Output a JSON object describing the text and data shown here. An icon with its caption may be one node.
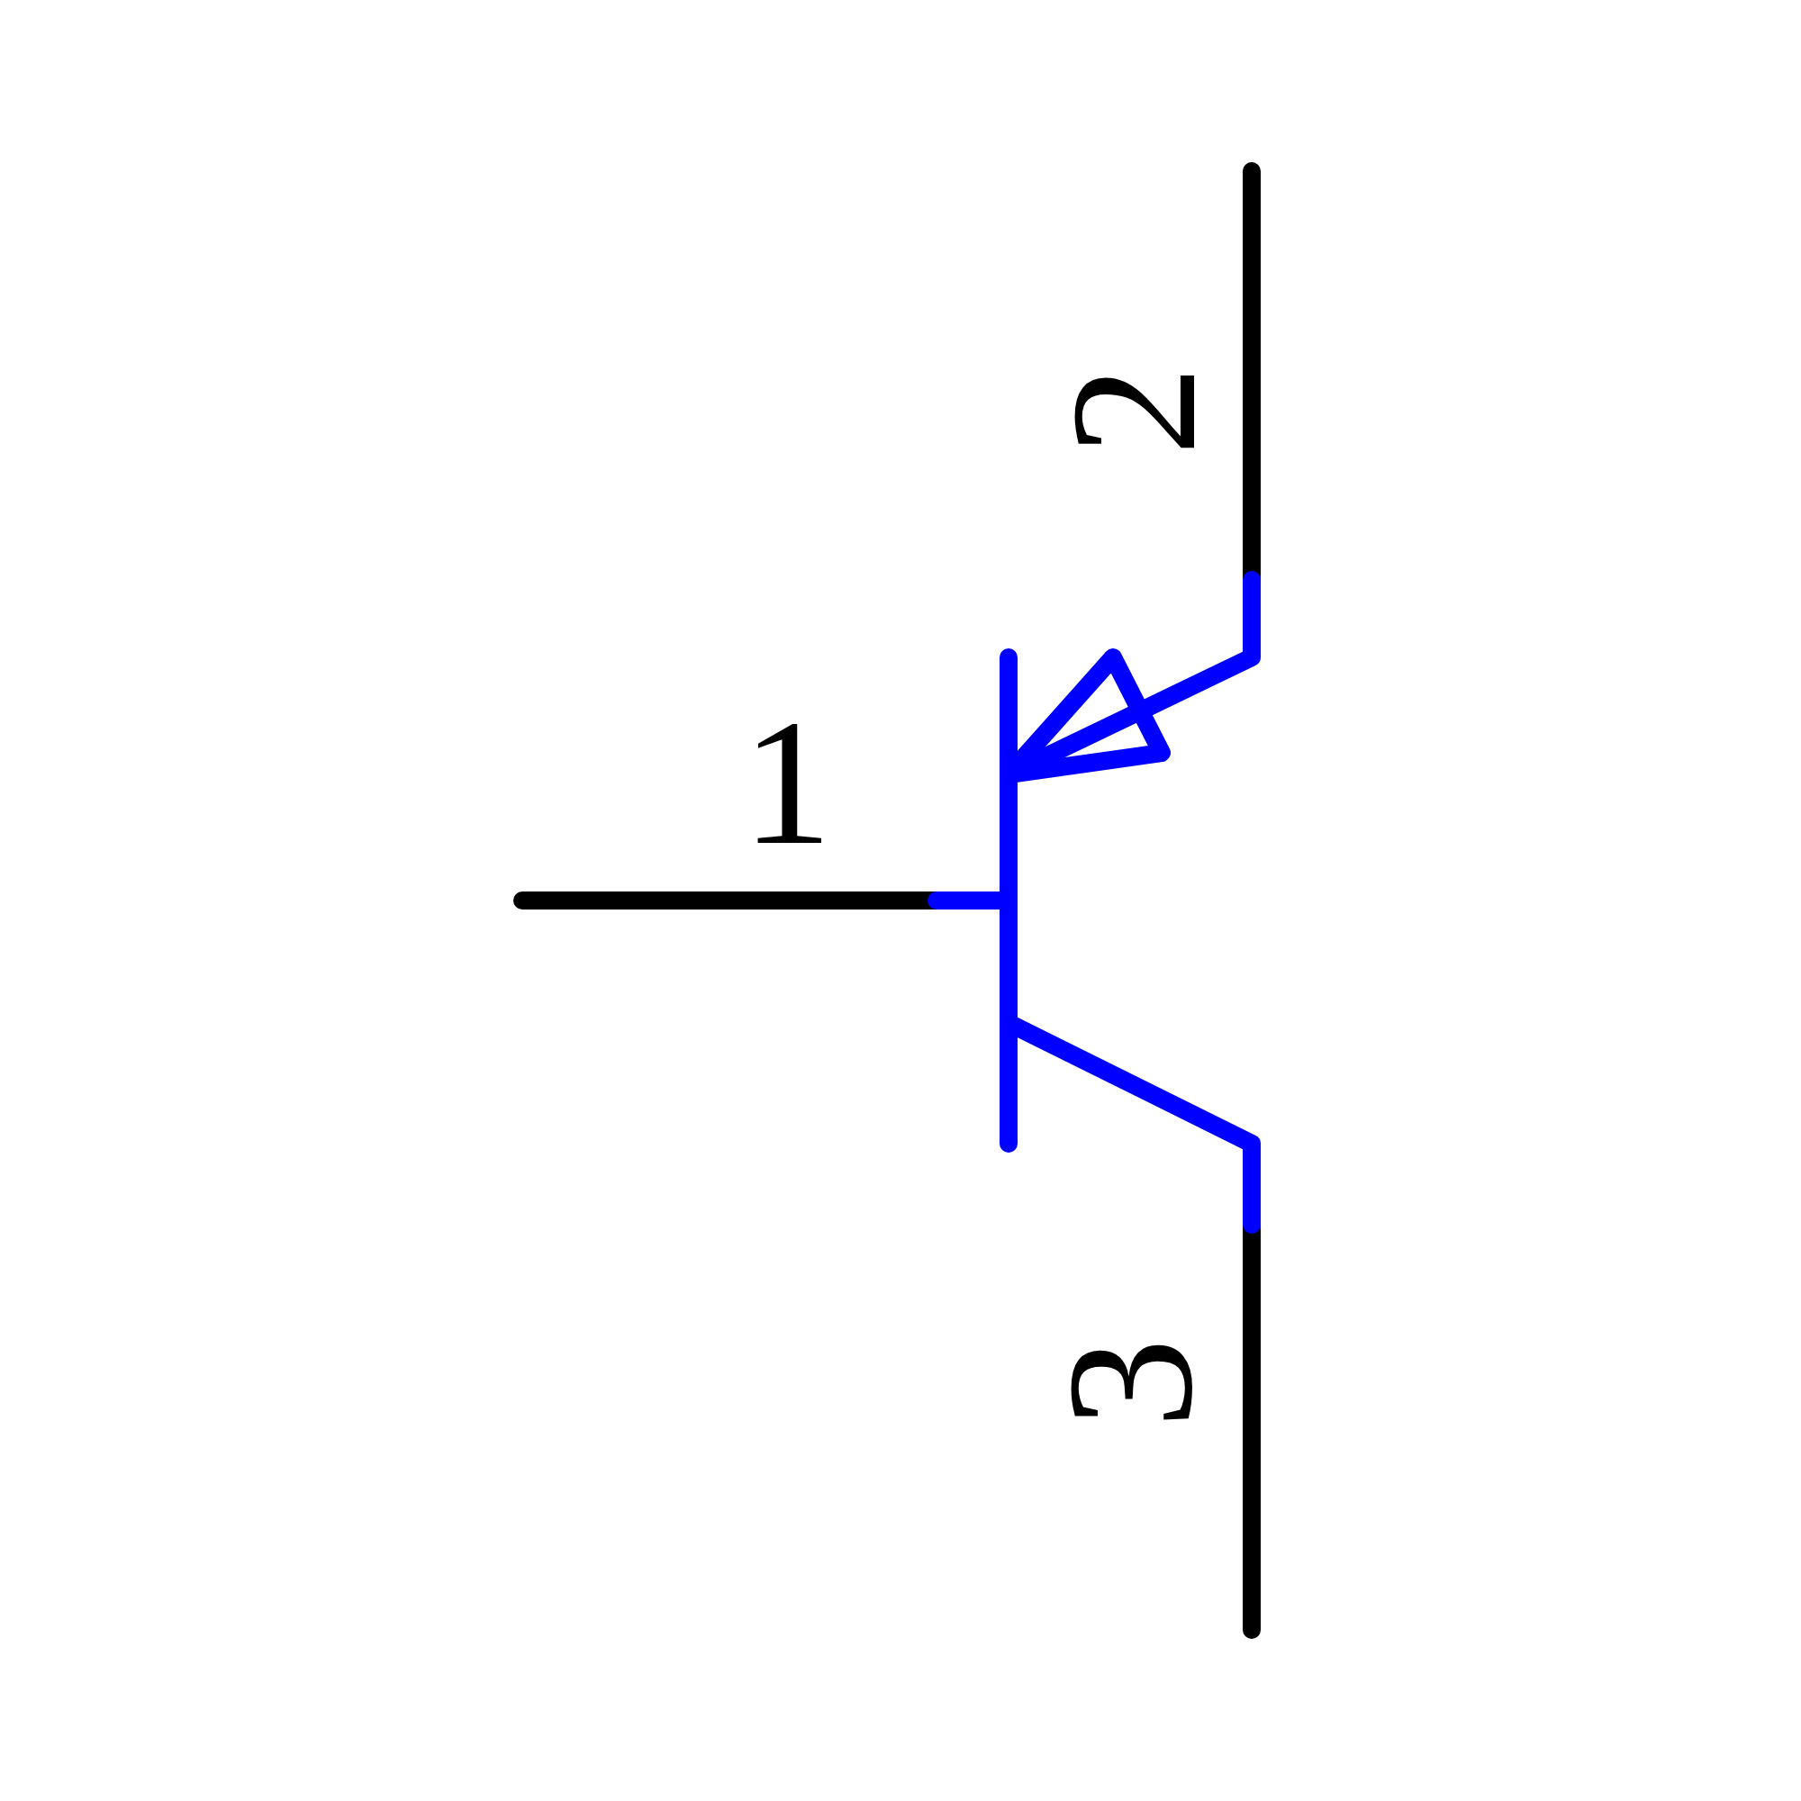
{
  "diagram": {
    "labels": [
      "2",
      "1",
      "3"
    ]
  }
}
